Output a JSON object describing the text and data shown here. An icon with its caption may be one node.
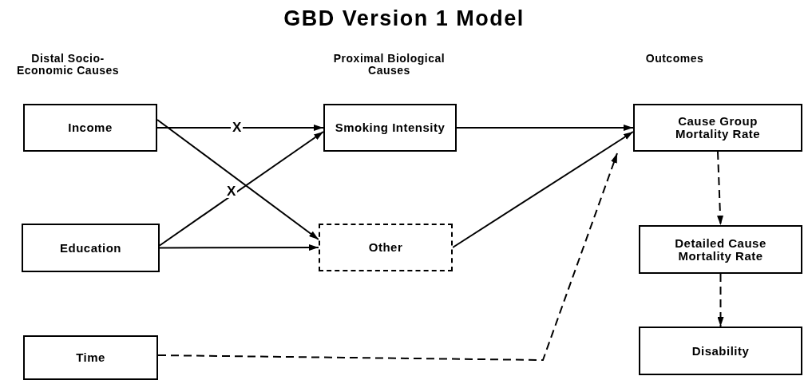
{
  "diagram": {
    "title": "GBD Version 1 Model",
    "nodes": [
      {
        "text": [
          "Income"
        ]
      },
      {
        "text": [
          "Education"
        ]
      },
      {
        "text": [
          "Time"
        ]
      },
      {
        "text": [
          "Smoking Intensity"
        ]
      },
      {
        "text": [
          "Other"
        ]
      },
      {
        "text": [
          "Cause Group Mortality Rate"
        ]
      },
      {
        "text": [
          "Detailed Cause Mortality Rate"
        ]
      },
      {
        "text": [
          "Disability"
        ]
      }
    ],
    "edges": [
      {
        "from": 0,
        "to": 3,
        "arrow": "to",
        "label": "X"
      },
      {
        "from": 0,
        "to": 4,
        "arrow": "to"
      },
      {
        "from": 1,
        "to": 3,
        "arrow": "to",
        "label": "X"
      },
      {
        "from": 1,
        "to": 4,
        "arrow": "to"
      },
      {
        "from": 3,
        "to": 5,
        "arrow": "to"
      },
      {
        "from": 4,
        "to": 5,
        "arrow": "to"
      },
      {
        "from": 2,
        "to": 5,
        "arrow": "to",
        "style": "dashed"
      },
      {
        "from": 5,
        "to": 6,
        "arrow": "to",
        "style": "dashed"
      },
      {
        "from": 6,
        "to": 7,
        "arrow": "to",
        "style": "dashed"
      }
    ],
    "labels": [
      "Distal Socio- Economic Causes",
      "Proximal Biological Causes",
      "Outcomes"
    ]
  }
}
